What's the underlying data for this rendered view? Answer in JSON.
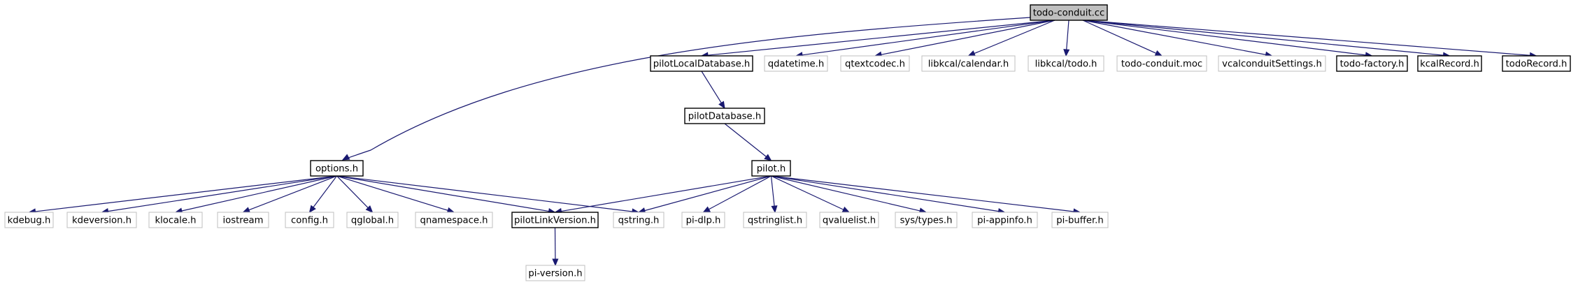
{
  "graph": {
    "colors": {
      "edge": "#191970",
      "root_fill": "#bfbfbf",
      "documented_stroke": "#000000",
      "undocumented_stroke": "#bfbfbf",
      "text": "#000000",
      "background": "#ffffff"
    },
    "nodes": [
      {
        "id": "todo-conduit",
        "label": "todo-conduit.cc",
        "kind": "root"
      },
      {
        "id": "pilotLocalDatabase",
        "label": "pilotLocalDatabase.h",
        "kind": "documented"
      },
      {
        "id": "qdatetime",
        "label": "qdatetime.h",
        "kind": "undocumented"
      },
      {
        "id": "qtextcodec",
        "label": "qtextcodec.h",
        "kind": "undocumented"
      },
      {
        "id": "libkcal-calendar",
        "label": "libkcal/calendar.h",
        "kind": "undocumented"
      },
      {
        "id": "libkcal-todo",
        "label": "libkcal/todo.h",
        "kind": "undocumented"
      },
      {
        "id": "todo-conduit-moc",
        "label": "todo-conduit.moc",
        "kind": "undocumented"
      },
      {
        "id": "vcalconduitSettings",
        "label": "vcalconduitSettings.h",
        "kind": "undocumented"
      },
      {
        "id": "todo-factory",
        "label": "todo-factory.h",
        "kind": "documented"
      },
      {
        "id": "kcalRecord",
        "label": "kcalRecord.h",
        "kind": "documented"
      },
      {
        "id": "todoRecord",
        "label": "todoRecord.h",
        "kind": "documented"
      },
      {
        "id": "pilotDatabase",
        "label": "pilotDatabase.h",
        "kind": "documented"
      },
      {
        "id": "options",
        "label": "options.h",
        "kind": "documented"
      },
      {
        "id": "pilot",
        "label": "pilot.h",
        "kind": "documented"
      },
      {
        "id": "kdebug",
        "label": "kdebug.h",
        "kind": "undocumented"
      },
      {
        "id": "kdeversion",
        "label": "kdeversion.h",
        "kind": "undocumented"
      },
      {
        "id": "klocale",
        "label": "klocale.h",
        "kind": "undocumented"
      },
      {
        "id": "iostream",
        "label": "iostream",
        "kind": "undocumented"
      },
      {
        "id": "config",
        "label": "config.h",
        "kind": "undocumented"
      },
      {
        "id": "qglobal",
        "label": "qglobal.h",
        "kind": "undocumented"
      },
      {
        "id": "qnamespace",
        "label": "qnamespace.h",
        "kind": "undocumented"
      },
      {
        "id": "pilotLinkVersion",
        "label": "pilotLinkVersion.h",
        "kind": "documented"
      },
      {
        "id": "qstring",
        "label": "qstring.h",
        "kind": "undocumented"
      },
      {
        "id": "pi-dlp",
        "label": "pi-dlp.h",
        "kind": "undocumented"
      },
      {
        "id": "qstringlist",
        "label": "qstringlist.h",
        "kind": "undocumented"
      },
      {
        "id": "qvaluelist",
        "label": "qvaluelist.h",
        "kind": "undocumented"
      },
      {
        "id": "sys-types",
        "label": "sys/types.h",
        "kind": "undocumented"
      },
      {
        "id": "pi-appinfo",
        "label": "pi-appinfo.h",
        "kind": "undocumented"
      },
      {
        "id": "pi-buffer",
        "label": "pi-buffer.h",
        "kind": "undocumented"
      },
      {
        "id": "pi-version",
        "label": "pi-version.h",
        "kind": "undocumented"
      }
    ],
    "edges": [
      [
        "todo-conduit",
        "pilotLocalDatabase"
      ],
      [
        "todo-conduit",
        "qdatetime"
      ],
      [
        "todo-conduit",
        "qtextcodec"
      ],
      [
        "todo-conduit",
        "libkcal-calendar"
      ],
      [
        "todo-conduit",
        "libkcal-todo"
      ],
      [
        "todo-conduit",
        "todo-conduit-moc"
      ],
      [
        "todo-conduit",
        "vcalconduitSettings"
      ],
      [
        "todo-conduit",
        "todo-factory"
      ],
      [
        "todo-conduit",
        "kcalRecord"
      ],
      [
        "todo-conduit",
        "todoRecord"
      ],
      [
        "todo-conduit",
        "options"
      ],
      [
        "pilotLocalDatabase",
        "pilotDatabase"
      ],
      [
        "pilotDatabase",
        "pilot"
      ],
      [
        "options",
        "kdebug"
      ],
      [
        "options",
        "kdeversion"
      ],
      [
        "options",
        "klocale"
      ],
      [
        "options",
        "iostream"
      ],
      [
        "options",
        "config"
      ],
      [
        "options",
        "qglobal"
      ],
      [
        "options",
        "qnamespace"
      ],
      [
        "options",
        "pilotLinkVersion"
      ],
      [
        "options",
        "qstring"
      ],
      [
        "pilot",
        "pilotLinkVersion"
      ],
      [
        "pilot",
        "qstring"
      ],
      [
        "pilot",
        "pi-dlp"
      ],
      [
        "pilot",
        "qstringlist"
      ],
      [
        "pilot",
        "qvaluelist"
      ],
      [
        "pilot",
        "sys-types"
      ],
      [
        "pilot",
        "pi-appinfo"
      ],
      [
        "pilot",
        "pi-buffer"
      ],
      [
        "pilotLinkVersion",
        "pi-version"
      ]
    ]
  }
}
